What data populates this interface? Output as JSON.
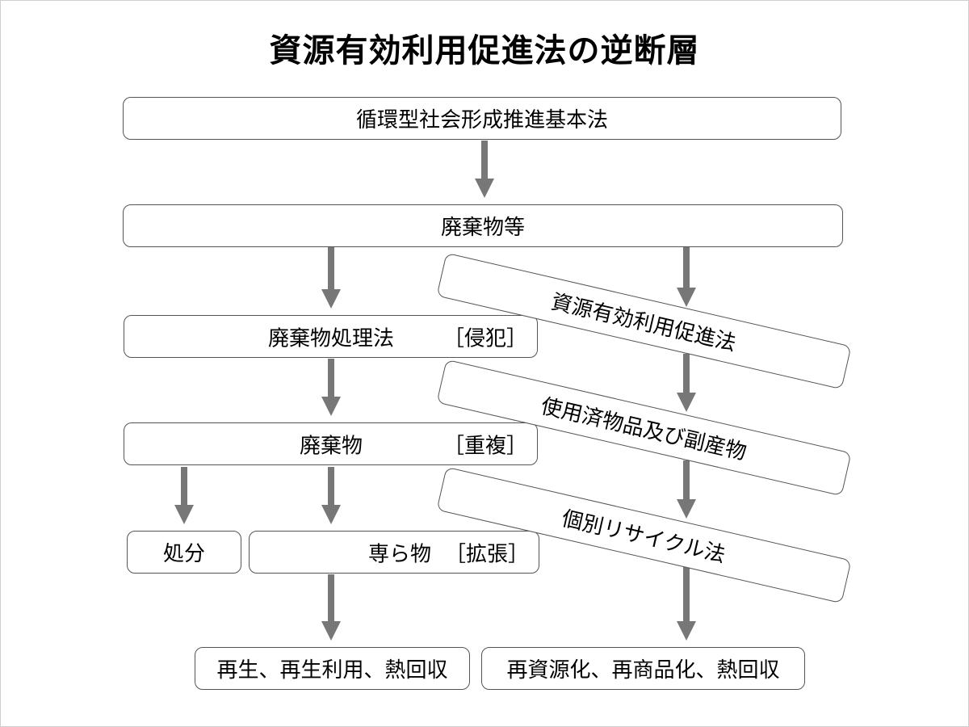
{
  "title": "資源有効利用促進法の逆断層",
  "boxes": {
    "basic_law": "循環型社会形成推進基本法",
    "waste_etc": "廃棄物等",
    "waste_disposal_law": "廃棄物処理法",
    "waste_disposal_law_tag": "［侵犯］",
    "waste": "廃棄物",
    "waste_tag": "［重複］",
    "disposal": "処分",
    "exclusive_items": "専ら物",
    "exclusive_items_tag": "［拡張］",
    "resource_promotion_law": "資源有効利用促進法",
    "used_goods": "使用済物品及び副産物",
    "recycling_laws": "個別リサイクル法",
    "result_left": "再生、再生利用、熱回収",
    "result_right": "再資源化、再商品化、熱回収"
  },
  "colors": {
    "arrow": "#777777",
    "border": "#555555"
  }
}
